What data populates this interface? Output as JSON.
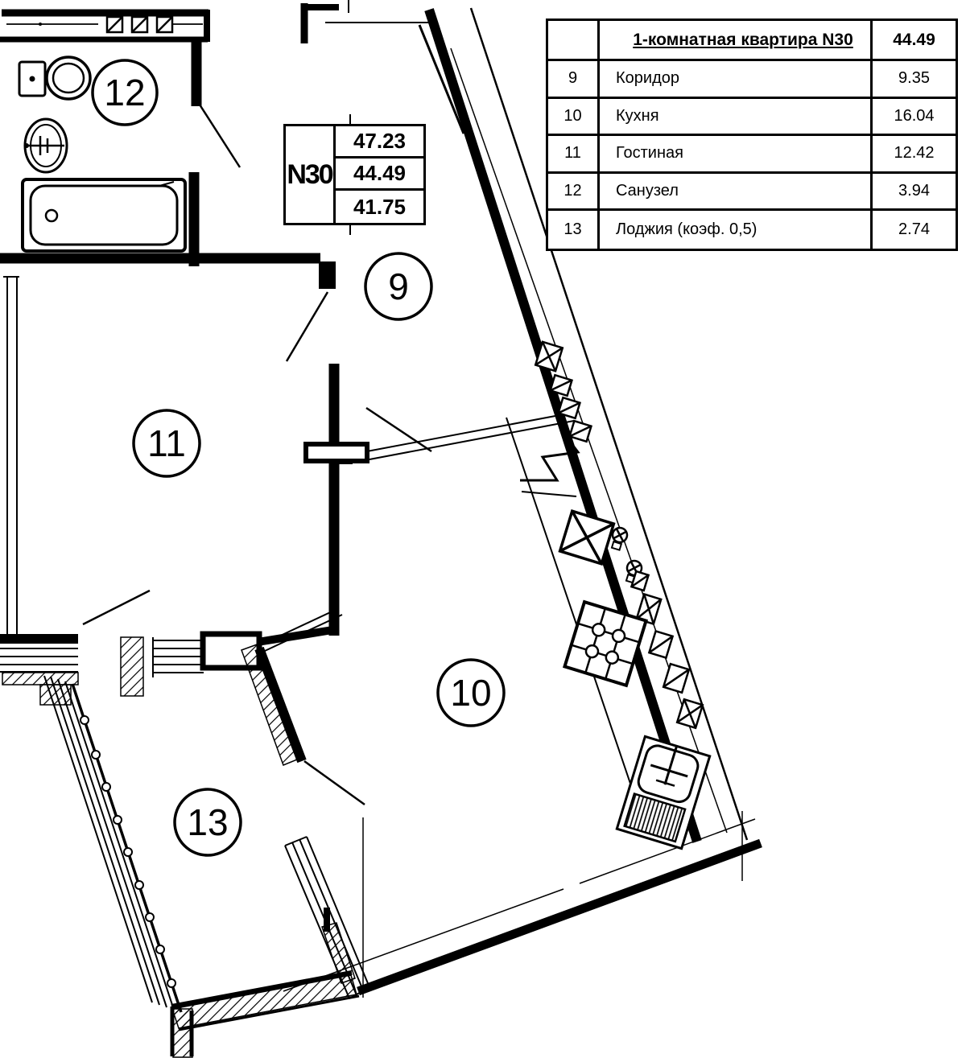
{
  "table": {
    "header": {
      "title": "1-комнатная квартира N30",
      "total": "44.49"
    },
    "rows": [
      {
        "id": "9",
        "name": "Коридор",
        "area": "9.35"
      },
      {
        "id": "10",
        "name": "Кухня",
        "area": "16.04"
      },
      {
        "id": "11",
        "name": "Гостиная",
        "area": "12.42"
      },
      {
        "id": "12",
        "name": "Санузел",
        "area": "3.94"
      },
      {
        "id": "13",
        "name": "Лоджия (коэф. 0,5)",
        "area": "2.74"
      }
    ]
  },
  "stamp": {
    "number": "N30",
    "values": [
      "47.23",
      "44.49",
      "41.75"
    ]
  },
  "plan": {
    "rooms": [
      {
        "number": "9"
      },
      {
        "number": "10"
      },
      {
        "number": "11"
      },
      {
        "number": "12"
      },
      {
        "number": "13"
      }
    ]
  },
  "colors": {
    "ink": "#000000",
    "paper": "#ffffff"
  }
}
